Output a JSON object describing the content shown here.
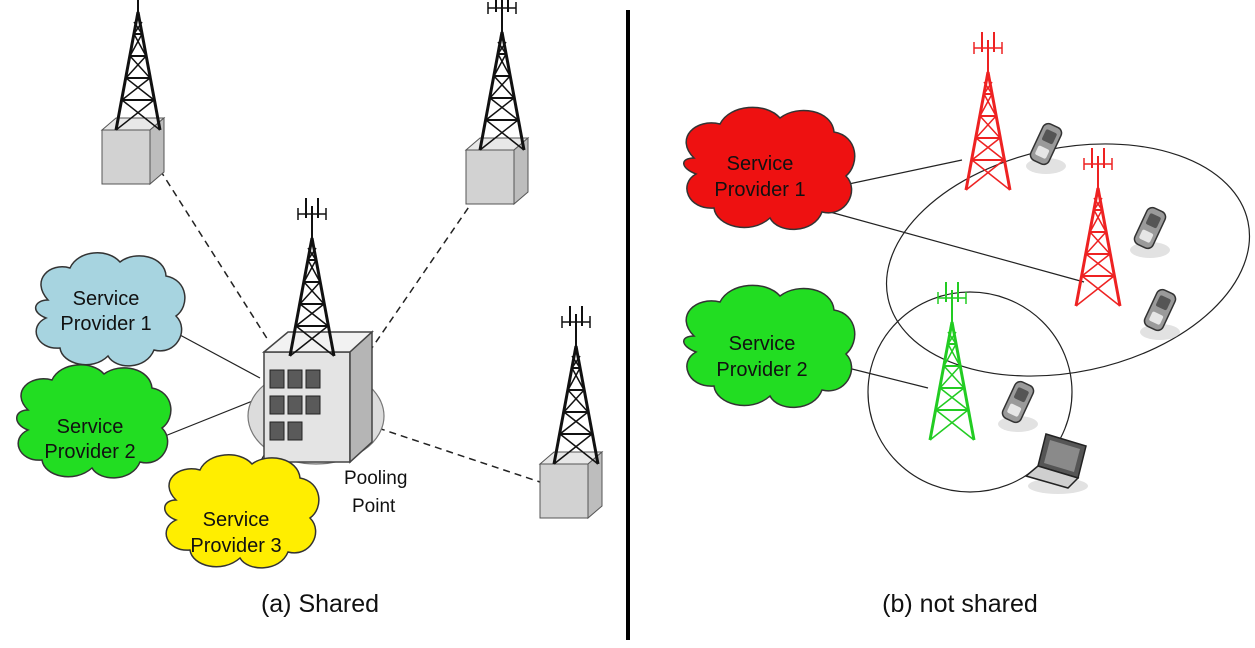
{
  "panel_a": {
    "caption": "(a)  Shared",
    "providers": [
      {
        "line1": "Service",
        "line2": "Provider 1",
        "color": "#a7d4e0"
      },
      {
        "line1": "Service",
        "line2": "Provider 2",
        "color": "#22dd22"
      },
      {
        "line1": "Service",
        "line2": "Provider 3",
        "color": "#ffee00"
      }
    ],
    "pooling_point": {
      "line1": "Pooling",
      "line2": "Point"
    }
  },
  "panel_b": {
    "caption": "(b)  not shared",
    "providers": [
      {
        "line1": "Service",
        "line2": "Provider 1",
        "color": "#ee1111"
      },
      {
        "line1": "Service",
        "line2": "Provider 2",
        "color": "#22dd22"
      }
    ],
    "tower_colors": {
      "provider_1": "#ee2222",
      "provider_2": "#22cc22"
    }
  },
  "colors": {
    "tower": "#111111",
    "box": "#d2d2d2",
    "divider": "#000000"
  }
}
